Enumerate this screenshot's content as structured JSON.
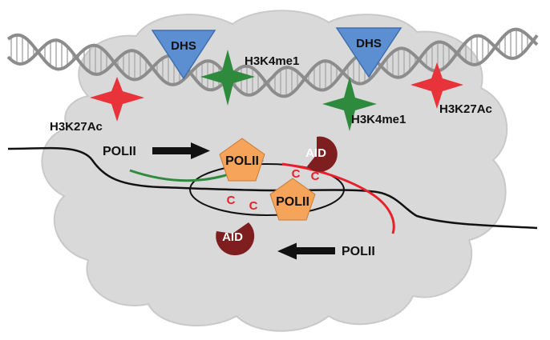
{
  "labels": {
    "dhs_left": "DHS",
    "dhs_right": "DHS",
    "h3k4me1_top": "H3K4me1",
    "h3k4me1_bottom": "H3K4me1",
    "h3k27ac_left": "H3K27Ac",
    "h3k27ac_right": "H3K27Ac",
    "polii_arrow_left": "POLII",
    "polii_arrow_right": "POLII",
    "polii_top": "POLII",
    "polii_bottom": "POLII",
    "aid_top": "AID",
    "aid_bottom": "AID",
    "c_marks": [
      "C",
      "C",
      "C",
      "C"
    ]
  },
  "colors": {
    "cloud": "#d9d9d9",
    "cloud_stroke": "#c8c8c8",
    "dhs": "#5b8fd1",
    "h3k4me1": "#2e8b3e",
    "h3k27ac": "#e8333a",
    "polii": "#f5a45a",
    "aid": "#7f1e1e",
    "c_mark": "#e8202a",
    "green_strand": "#2e8b3e",
    "red_strand": "#e8202a",
    "dna": "#8c8c8c"
  }
}
